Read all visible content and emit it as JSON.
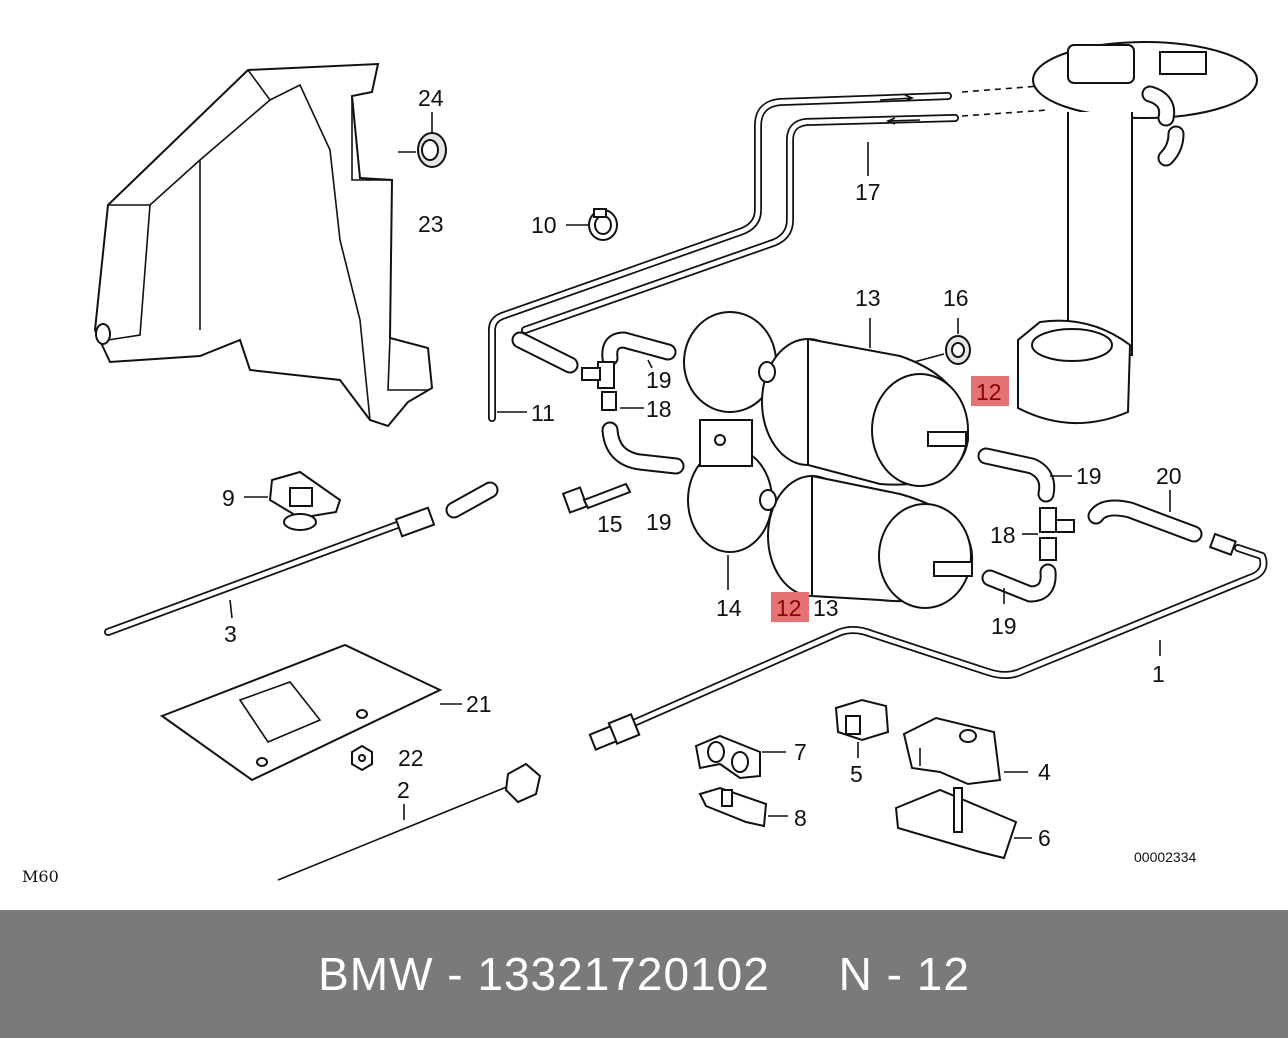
{
  "diagram": {
    "callouts": [
      {
        "id": "1",
        "label": "1",
        "highlight": false
      },
      {
        "id": "2",
        "label": "2",
        "highlight": false
      },
      {
        "id": "3",
        "label": "3",
        "highlight": false
      },
      {
        "id": "4",
        "label": "4",
        "highlight": false
      },
      {
        "id": "5",
        "label": "5",
        "highlight": false
      },
      {
        "id": "6",
        "label": "6",
        "highlight": false
      },
      {
        "id": "7",
        "label": "7",
        "highlight": false
      },
      {
        "id": "8",
        "label": "8",
        "highlight": false
      },
      {
        "id": "9",
        "label": "9",
        "highlight": false
      },
      {
        "id": "10",
        "label": "10",
        "highlight": false
      },
      {
        "id": "11",
        "label": "11",
        "highlight": false
      },
      {
        "id": "12a",
        "label": "12",
        "highlight": true
      },
      {
        "id": "12b",
        "label": "12",
        "highlight": true
      },
      {
        "id": "13a",
        "label": "13",
        "highlight": false
      },
      {
        "id": "13b",
        "label": "13",
        "highlight": false
      },
      {
        "id": "14",
        "label": "14",
        "highlight": false
      },
      {
        "id": "15",
        "label": "15",
        "highlight": false
      },
      {
        "id": "16",
        "label": "16",
        "highlight": false
      },
      {
        "id": "17",
        "label": "17",
        "highlight": false
      },
      {
        "id": "18a",
        "label": "18",
        "highlight": false
      },
      {
        "id": "18b",
        "label": "18",
        "highlight": false
      },
      {
        "id": "19a",
        "label": "19",
        "highlight": false
      },
      {
        "id": "19b",
        "label": "19",
        "highlight": false
      },
      {
        "id": "19c",
        "label": "19",
        "highlight": false
      },
      {
        "id": "19d",
        "label": "19",
        "highlight": false
      },
      {
        "id": "20",
        "label": "20",
        "highlight": false
      },
      {
        "id": "21",
        "label": "21",
        "highlight": false
      },
      {
        "id": "22",
        "label": "22",
        "highlight": false
      },
      {
        "id": "23",
        "label": "23",
        "highlight": false
      },
      {
        "id": "24",
        "label": "24",
        "highlight": false
      }
    ],
    "model_code": "M60",
    "image_number": "00002334",
    "highlight_color": "#e57373"
  },
  "footer": {
    "text": "BMW - 13321720102     N - 12",
    "background": "#7a7a7a"
  }
}
